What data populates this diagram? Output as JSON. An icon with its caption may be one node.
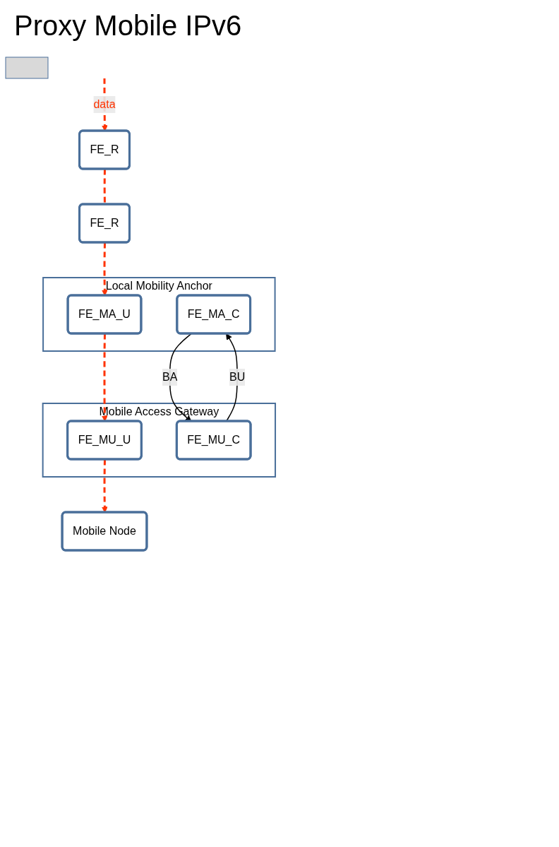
{
  "diagram": {
    "title": "Proxy Mobile IPv6",
    "nodes": [
      {
        "text": [
          "FE_R"
        ]
      },
      {
        "text": [
          "FE_R"
        ]
      },
      {
        "text": [
          "Local Mobility Anchor"
        ]
      },
      {
        "text": [
          "FE_MA_U"
        ],
        "in": 2
      },
      {
        "text": [
          "FE_MA_C"
        ],
        "in": 2
      },
      {
        "text": [
          "Mobile Access Gateway"
        ]
      },
      {
        "text": [
          "FE_MU_U"
        ],
        "in": 5
      },
      {
        "text": [
          "FE_MU_C"
        ],
        "in": 5
      },
      {
        "text": [
          "Mobile Node"
        ]
      },
      {
        "text": [],
        "shape": "bar"
      }
    ],
    "edges": [
      {
        "from": null,
        "to": 0,
        "arrow": "to",
        "label": "data",
        "style": "dashed"
      },
      {
        "from": 0,
        "to": 1,
        "arrow": "none",
        "style": "dashed"
      },
      {
        "from": 1,
        "to": 3,
        "arrow": "to",
        "style": "dashed"
      },
      {
        "from": 3,
        "to": 6,
        "arrow": "to",
        "style": "dashed"
      },
      {
        "from": 6,
        "to": 8,
        "arrow": "to",
        "style": "dashed"
      },
      {
        "from": 7,
        "to": 4,
        "arrow": "to",
        "label": "BU",
        "color": "#000000"
      },
      {
        "from": 4,
        "to": 7,
        "arrow": "to",
        "label": "BA",
        "color": "#000000"
      }
    ]
  }
}
